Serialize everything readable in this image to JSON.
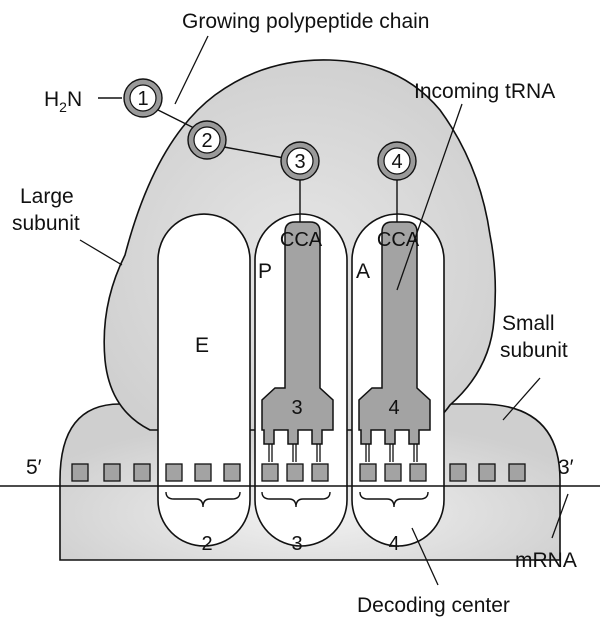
{
  "labels": {
    "growing_chain": "Growing polypeptide chain",
    "n_terminus": "H",
    "n_terminus_sub": "2",
    "n_terminus_tail": "N",
    "incoming_trna": "Incoming tRNA",
    "large_subunit_l1": "Large",
    "large_subunit_l2": "subunit",
    "small_subunit_l1": "Small",
    "small_subunit_l2": "subunit",
    "five_prime": "5′",
    "three_prime": "3′",
    "mrna": "mRNA",
    "decoding_center": "Decoding center"
  },
  "chain": [
    "1",
    "2",
    "3",
    "4"
  ],
  "sites": {
    "e": "E",
    "p": "P",
    "a": "A"
  },
  "trnas": {
    "p_cca": "CCA",
    "p_number": "3",
    "a_cca": "CCA",
    "a_number": "4"
  },
  "codons": [
    "2",
    "3",
    "4"
  ],
  "colors": {
    "subunit_fill": "#d4d4d4",
    "trna_fill": "#a3a3a3",
    "site_fill": "#ffffff",
    "outline": "#111111"
  }
}
